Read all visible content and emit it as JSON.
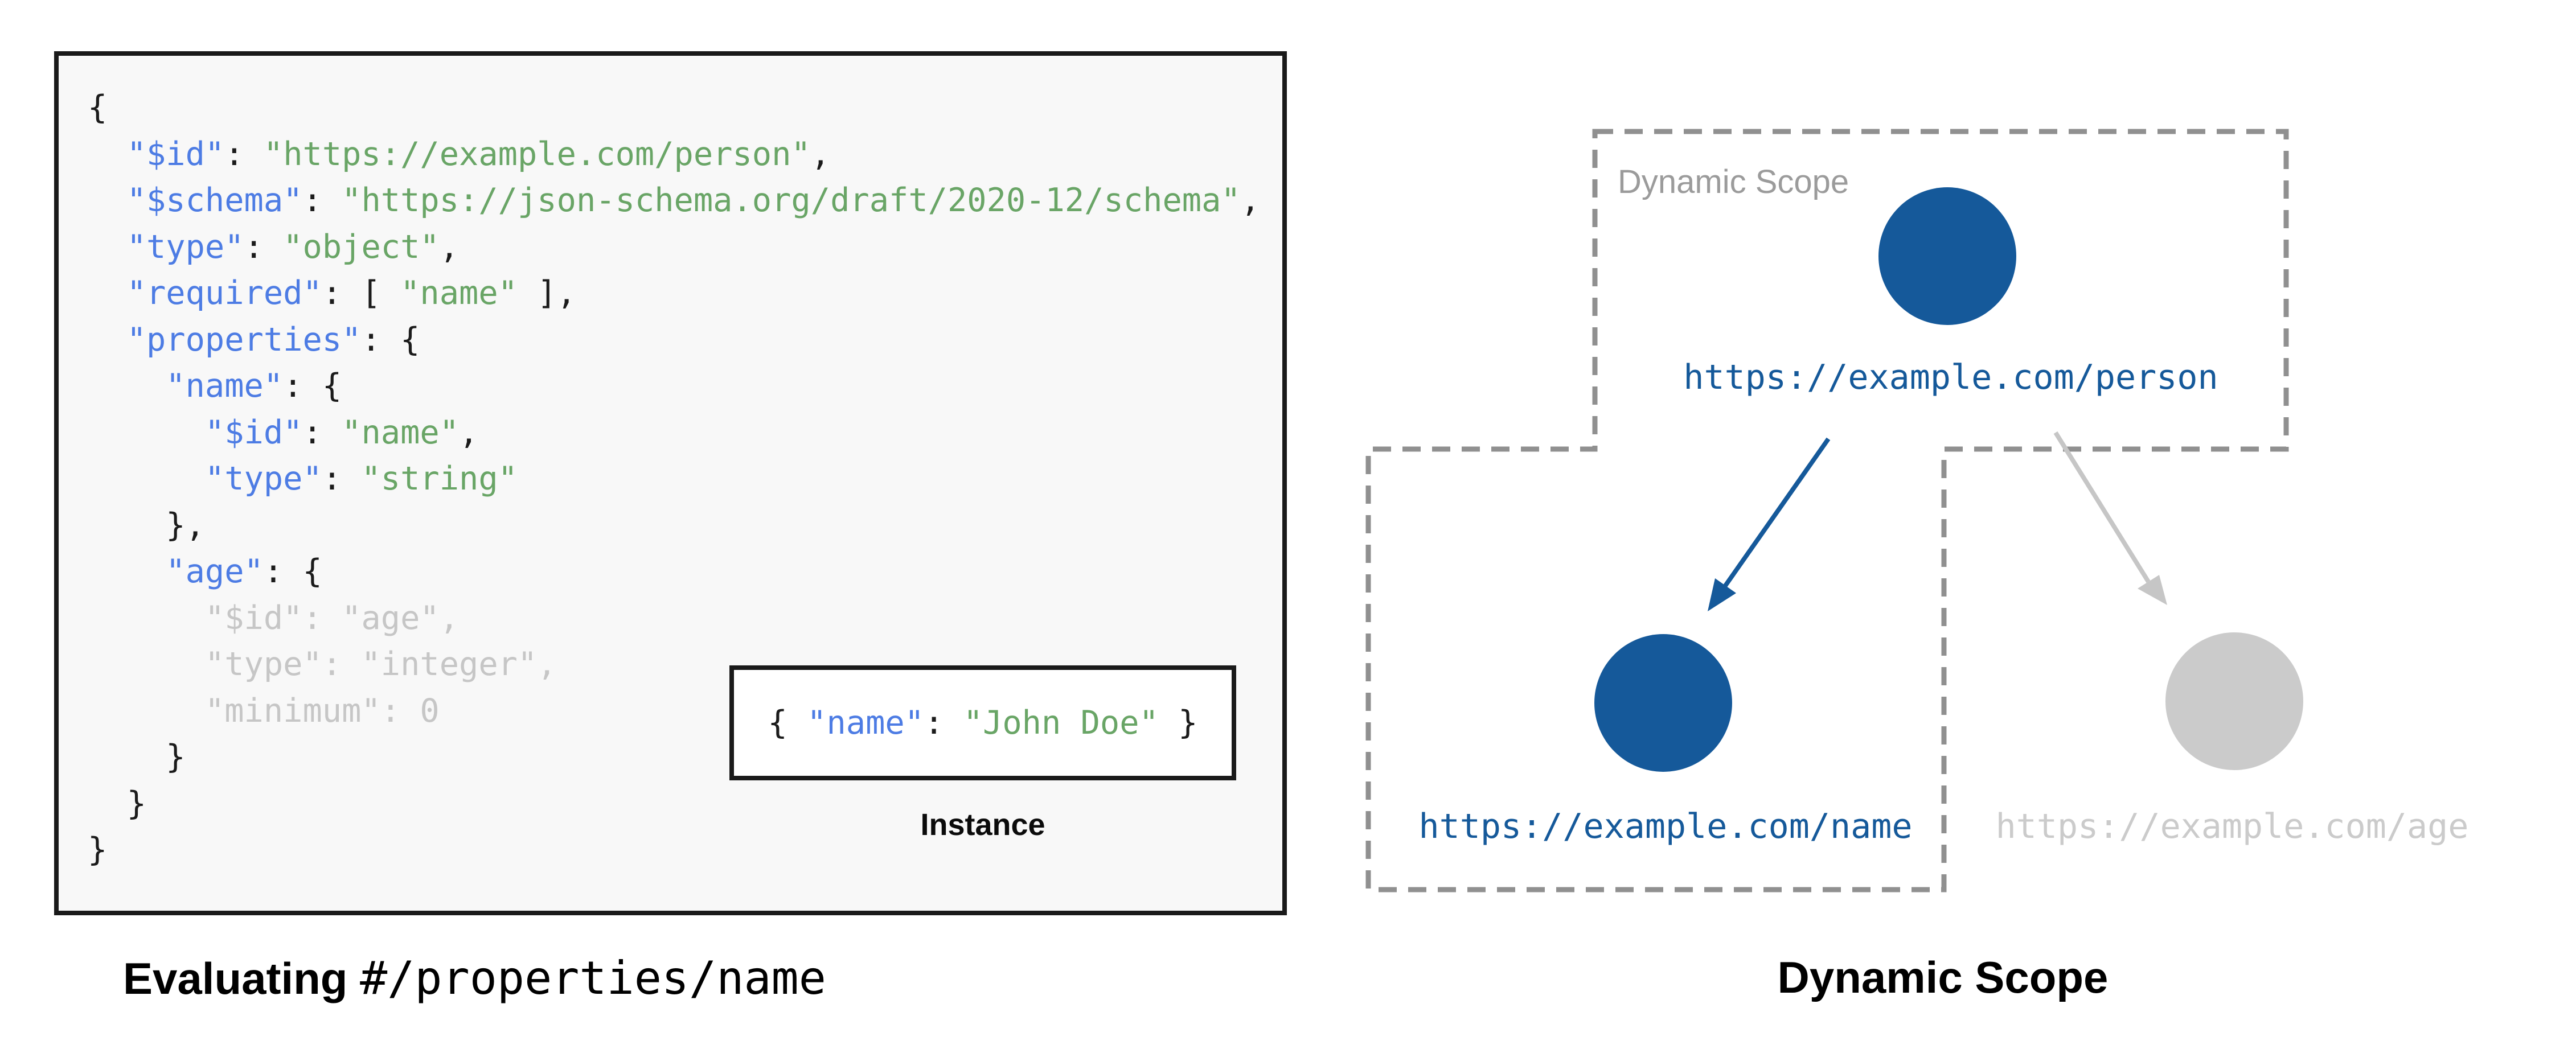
{
  "colors": {
    "code_key_blue": "#4d7ce4",
    "code_string_green": "#69a566",
    "code_dim_gray": "#c6c6c6",
    "code_punct": "#1b1b1b",
    "node_active_blue": "#15599a",
    "node_inactive_gray": "#cbcbcb",
    "arrow_inactive_gray": "#c6c6c6",
    "scope_border_gray": "#909090",
    "scope_label_gray": "#9b9b9b",
    "panel_bg": "#f8f8f8",
    "panel_border": "#1a1a1a",
    "page_bg": "#ffffff"
  },
  "left": {
    "code_lines": [
      [
        {
          "t": "{",
          "c": "pun"
        }
      ],
      [
        {
          "t": "  ",
          "c": "pun"
        },
        {
          "t": "\"$id\"",
          "c": "key"
        },
        {
          "t": ": ",
          "c": "pun"
        },
        {
          "t": "\"https://example.com/person\"",
          "c": "str"
        },
        {
          "t": ",",
          "c": "pun"
        }
      ],
      [
        {
          "t": "  ",
          "c": "pun"
        },
        {
          "t": "\"$schema\"",
          "c": "key"
        },
        {
          "t": ": ",
          "c": "pun"
        },
        {
          "t": "\"https://json-schema.org/draft/2020-12/schema\"",
          "c": "str"
        },
        {
          "t": ",",
          "c": "pun"
        }
      ],
      [
        {
          "t": "  ",
          "c": "pun"
        },
        {
          "t": "\"type\"",
          "c": "key"
        },
        {
          "t": ": ",
          "c": "pun"
        },
        {
          "t": "\"object\"",
          "c": "str"
        },
        {
          "t": ",",
          "c": "pun"
        }
      ],
      [
        {
          "t": "  ",
          "c": "pun"
        },
        {
          "t": "\"required\"",
          "c": "key"
        },
        {
          "t": ": [ ",
          "c": "pun"
        },
        {
          "t": "\"name\"",
          "c": "str"
        },
        {
          "t": " ],",
          "c": "pun"
        }
      ],
      [
        {
          "t": "  ",
          "c": "pun"
        },
        {
          "t": "\"properties\"",
          "c": "key"
        },
        {
          "t": ": {",
          "c": "pun"
        }
      ],
      [
        {
          "t": "    ",
          "c": "pun"
        },
        {
          "t": "\"name\"",
          "c": "key"
        },
        {
          "t": ": {",
          "c": "pun"
        }
      ],
      [
        {
          "t": "      ",
          "c": "pun"
        },
        {
          "t": "\"$id\"",
          "c": "key"
        },
        {
          "t": ": ",
          "c": "pun"
        },
        {
          "t": "\"name\"",
          "c": "str"
        },
        {
          "t": ",",
          "c": "pun"
        }
      ],
      [
        {
          "t": "      ",
          "c": "pun"
        },
        {
          "t": "\"type\"",
          "c": "key"
        },
        {
          "t": ": ",
          "c": "pun"
        },
        {
          "t": "\"string\"",
          "c": "str"
        }
      ],
      [
        {
          "t": "    },",
          "c": "pun"
        }
      ],
      [
        {
          "t": "    ",
          "c": "pun"
        },
        {
          "t": "\"age\"",
          "c": "key"
        },
        {
          "t": ": {",
          "c": "pun"
        }
      ],
      [
        {
          "t": "      \"$id\": \"age\",",
          "c": "dim"
        }
      ],
      [
        {
          "t": "      \"type\": \"integer\",",
          "c": "dim"
        }
      ],
      [
        {
          "t": "      \"minimum\": 0",
          "c": "dim"
        }
      ],
      [
        {
          "t": "    }",
          "c": "pun"
        }
      ],
      [
        {
          "t": "  }",
          "c": "pun"
        }
      ],
      [
        {
          "t": "}",
          "c": "pun"
        }
      ]
    ],
    "instance": {
      "code": [
        {
          "t": "{ ",
          "c": "pun"
        },
        {
          "t": "\"name\"",
          "c": "key"
        },
        {
          "t": ": ",
          "c": "pun"
        },
        {
          "t": "\"John Doe\"",
          "c": "str"
        },
        {
          "t": " }",
          "c": "pun"
        }
      ],
      "label": "Instance"
    },
    "caption": {
      "bold": "Evaluating",
      "separator": " ",
      "mono": "#/properties/name"
    }
  },
  "right": {
    "scope_box_label": "Dynamic Scope",
    "caption": "Dynamic Scope",
    "nodes": [
      {
        "id": "person",
        "label": "https://example.com/person",
        "state": "active"
      },
      {
        "id": "name",
        "label": "https://example.com/name",
        "state": "active"
      },
      {
        "id": "age",
        "label": "https://example.com/age",
        "state": "inactive"
      }
    ]
  }
}
